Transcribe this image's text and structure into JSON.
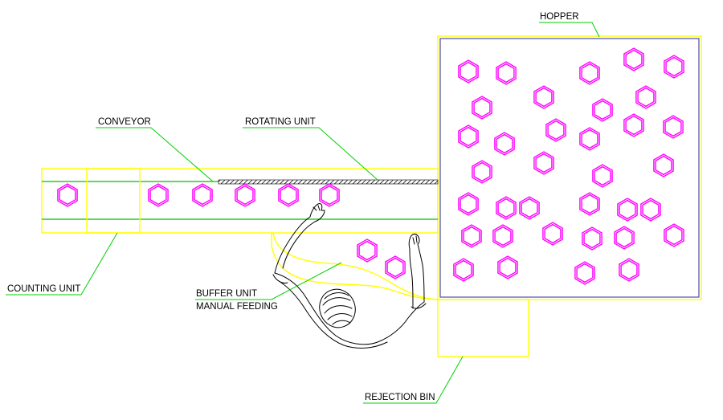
{
  "labels": {
    "hopper": "HOPPER",
    "conveyor": "CONVEYOR",
    "rotating_unit": "ROTATING UNIT",
    "counting_unit": "COUNTING UNIT",
    "buffer_unit": "BUFFER UNIT",
    "manual_feeding": "MANUAL FEEDING",
    "rejection_bin": "REJECTION BIN"
  },
  "colors": {
    "outline": "#ffff00",
    "conveyor_track": "#00c000",
    "leader": "#00d000",
    "part": "#ff00ff",
    "hopper_edge": "#4b4bb8",
    "worker": "#000000"
  },
  "icons": {
    "part": "hex-nut-icon",
    "worker": "worker-figure"
  }
}
